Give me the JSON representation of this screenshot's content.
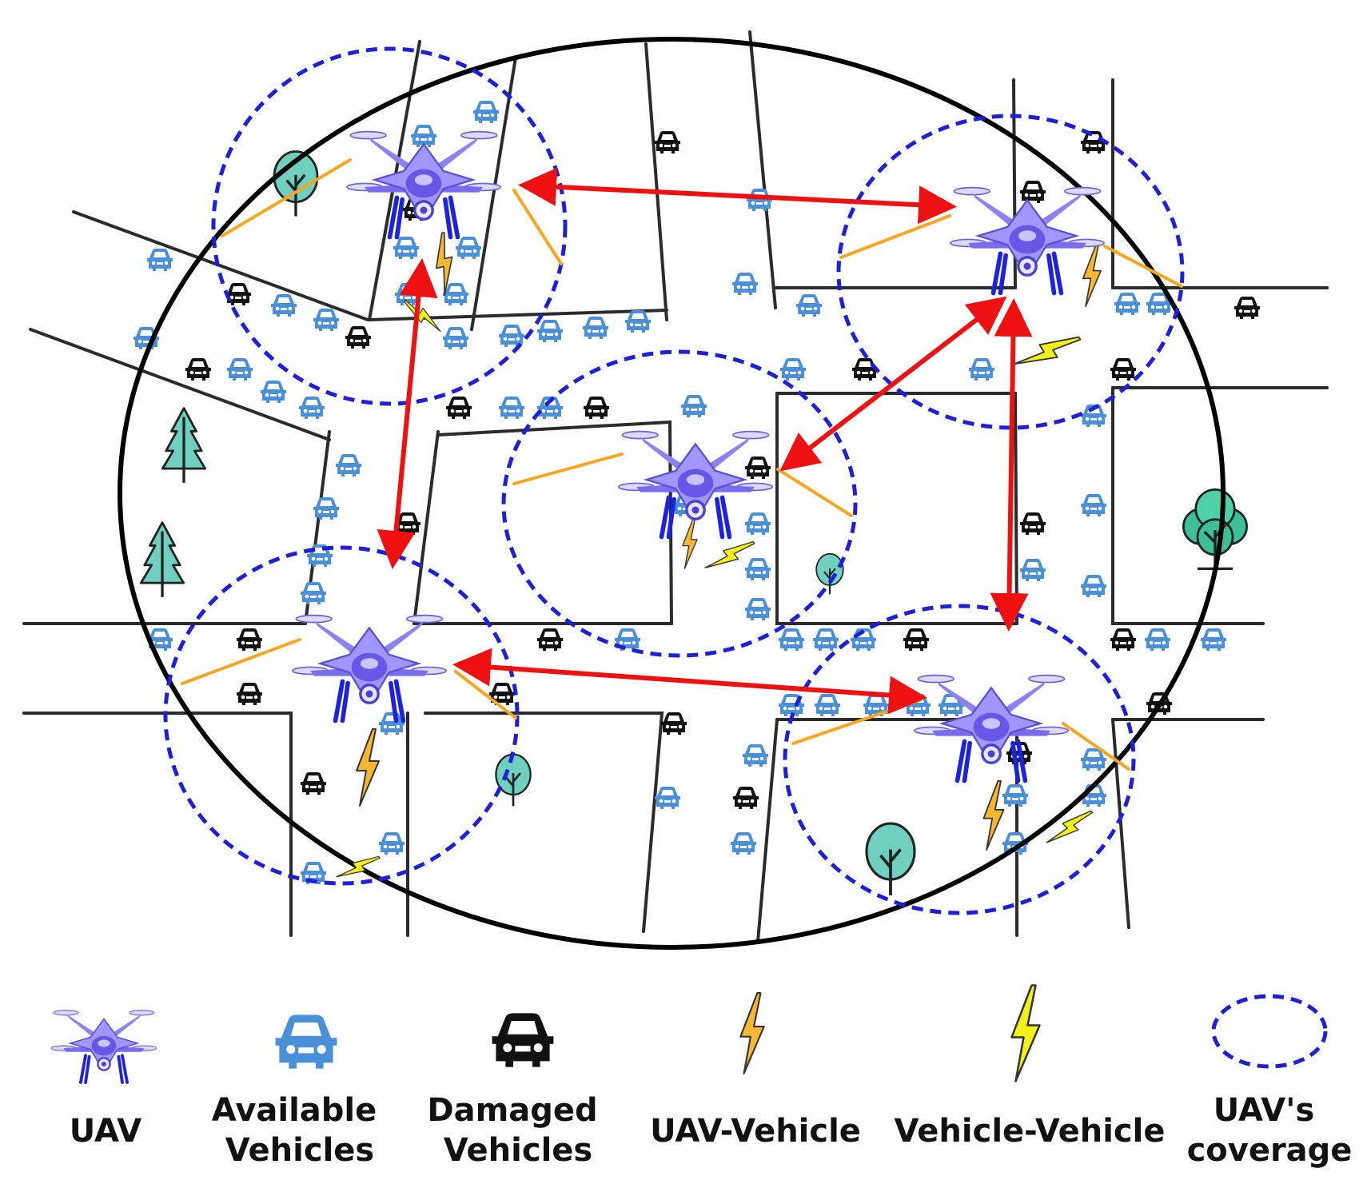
{
  "colors": {
    "coverage": "#1f1fd6",
    "link_uav_uav": "#ee1111",
    "link_uav_vehicle": "#f5a623",
    "available_vehicle": "#4a90d9",
    "damaged_vehicle": "#111111",
    "uav_body": "#7a6cf0",
    "uav_body_light": "#b9b2ff",
    "tree": "#6fd0c0",
    "lightning_uav_vehicle": "#f7b733",
    "lightning_vehicle_vehicle": "#f3f01a"
  },
  "icons": [
    "uav-icon",
    "available-vehicle-icon",
    "damaged-vehicle-icon",
    "uav-vehicle-lightning-icon",
    "vehicle-vehicle-lightning-icon",
    "coverage-icon",
    "tree-icon"
  ],
  "legend": {
    "uav": [
      "UAV"
    ],
    "available": [
      "Available",
      "Vehicles"
    ],
    "damaged": [
      "Damaged",
      "Vehicles"
    ],
    "uav_vehicle": [
      "UAV-Vehicle"
    ],
    "vehicle_vehicle": [
      "Vehicle-Vehicle"
    ],
    "coverage": [
      "UAV's",
      "coverage"
    ]
  }
}
